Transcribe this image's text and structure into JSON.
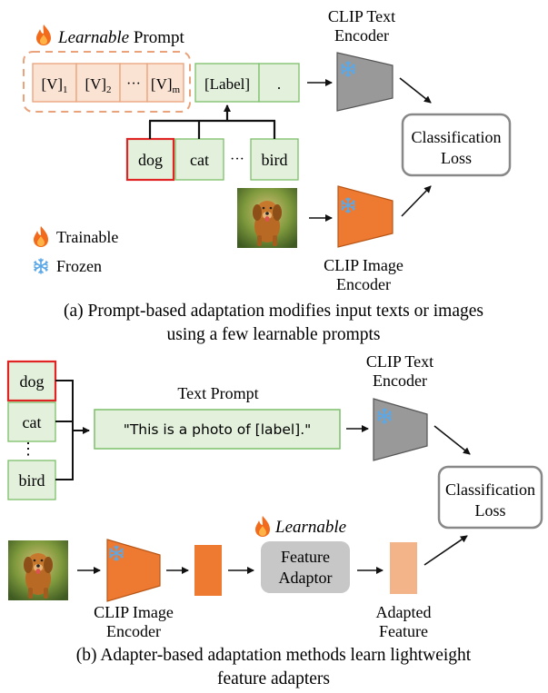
{
  "colors": {
    "prompt_token_fill": "#fbe3d3",
    "prompt_token_stroke": "#e9a27a",
    "label_fill": "#e3f1dc",
    "label_stroke": "#7cbf6a",
    "highlight_stroke": "#e02424",
    "text_encoder_fill": "#999999",
    "image_encoder_fill": "#ee7a31",
    "adapted_feature_fill": "#f4b48a",
    "adaptor_fill": "#c7c7c7",
    "loss_stroke": "#888888"
  },
  "icons": {
    "trainable": "flame-icon",
    "frozen": "snowflake-icon",
    "photo": "dog-photo"
  },
  "part_a": {
    "learnable_word": "Learnable",
    "prompt_word": " Prompt",
    "tokens": [
      "[V]",
      "[V]",
      "[V]"
    ],
    "token_subs": [
      "1",
      "2",
      "m"
    ],
    "token_ellipsis": "···",
    "label_token": "[Label]",
    "period_token": ".",
    "classes": [
      "dog",
      "cat",
      "bird"
    ],
    "class_ellipsis": "···",
    "text_encoder_line1": "CLIP Text",
    "text_encoder_line2": "Encoder",
    "loss_line1": "Classification",
    "loss_line2": "Loss",
    "image_encoder_line1": "CLIP Image",
    "image_encoder_line2": "Encoder",
    "legend_trainable": "Trainable",
    "legend_frozen": "Frozen",
    "caption_line1": "(a) Prompt-based adaptation modifies input texts or images",
    "caption_line2": "using a few learnable prompts"
  },
  "part_b": {
    "classes": [
      "dog",
      "cat",
      "bird"
    ],
    "vertical_ellipsis": "⋮",
    "text_prompt_title": "Text Prompt",
    "text_prompt": "\"This is a photo of [label].\"",
    "text_encoder_line1": "CLIP Text",
    "text_encoder_line2": "Encoder",
    "loss_line1": "Classification",
    "loss_line2": "Loss",
    "learnable_word": "Learnable",
    "adaptor_line1": "Feature",
    "adaptor_line2": "Adaptor",
    "image_encoder_line1": "CLIP Image",
    "image_encoder_line2": "Encoder",
    "adapted_line1": "Adapted",
    "adapted_line2": "Feature",
    "caption_line1": "(b) Adapter-based adaptation methods learn lightweight",
    "caption_line2": "feature adapters"
  }
}
